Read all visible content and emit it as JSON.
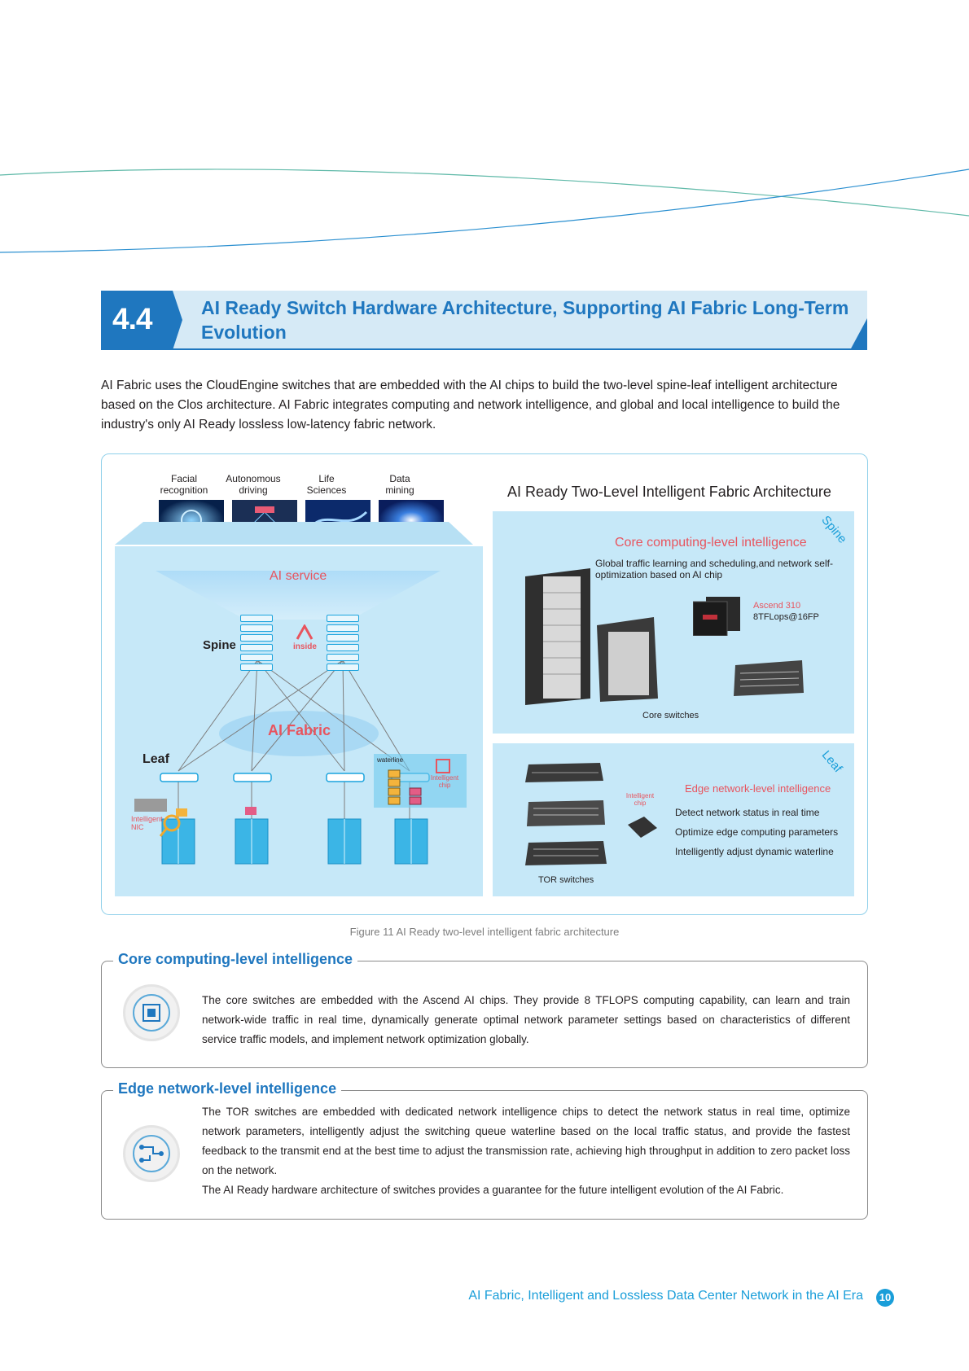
{
  "section": {
    "number": "4.4",
    "title": "AI Ready Switch Hardware Architecture, Supporting AI Fabric Long-Term Evolution"
  },
  "intro": "AI Fabric uses the CloudEngine switches that are embedded with the AI chips to build the two-level spine-leaf intelligent architecture based on the Clos architecture. AI Fabric integrates computing and network intelligence, and global and local intelligence to build the industry's only AI Ready lossless low-latency fabric network.",
  "figure": {
    "services": [
      {
        "label": "Facial recognition"
      },
      {
        "label": "Autonomous driving"
      },
      {
        "label": "Life Sciences"
      },
      {
        "label": "Data mining"
      }
    ],
    "ai_service": "AI service",
    "spine_label": "Spine",
    "inside_label": "inside",
    "ai_fabric": "AI Fabric",
    "leaf_label": "Leaf",
    "waterline": "waterline",
    "intelligent_chip": "Intelligent chip",
    "intelligent_nic": "Intelligent NIC",
    "right_title": "AI Ready Two-Level Intelligent Fabric Architecture",
    "spine_tag": "Spine",
    "core_title": "Core computing-level intelligence",
    "core_desc": "Global traffic learning and scheduling,and network self-optimization based on AI chip",
    "ascend": "Ascend 310",
    "tflops": "8TFLops@16FP",
    "core_switches": "Core switches",
    "leaf_tag": "Leaf",
    "edge_title": "Edge network-level intelligence",
    "edge_items": [
      "Detect network status in real time",
      "Optimize edge computing parameters",
      "Intelligently adjust dynamic waterline"
    ],
    "tor_switches": "TOR switches",
    "caption": "Figure 11 AI Ready two-level intelligent fabric architecture"
  },
  "core_box": {
    "title": "Core computing-level intelligence",
    "text": "The core switches are embedded with the Ascend AI chips. They provide 8 TFLOPS computing capability, can learn and train network-wide traffic in real time, dynamically generate optimal network parameter settings based on characteristics of different service traffic models, and implement network optimization globally."
  },
  "edge_box": {
    "title": "Edge network-level intelligence",
    "text1": "The TOR switches are embedded with dedicated network intelligence chips to detect the network status in real time, optimize network parameters, intelligently adjust the switching queue waterline based on the local traffic status, and provide the fastest feedback to the transmit end at the best time to adjust the transmission rate, achieving high throughput in addition to zero packet loss on the network.",
    "text2": "The AI Ready hardware architecture of switches provides a guarantee for the future intelligent evolution of the AI Fabric."
  },
  "footer": {
    "text": "AI Fabric, Intelligent and Lossless Data Center Network in the AI Era",
    "page": "10"
  },
  "colors": {
    "accent": "#1f77bf",
    "light_blue": "#c6e8f8",
    "pink": "#e8545e",
    "footer_blue": "#1a9ed9"
  }
}
